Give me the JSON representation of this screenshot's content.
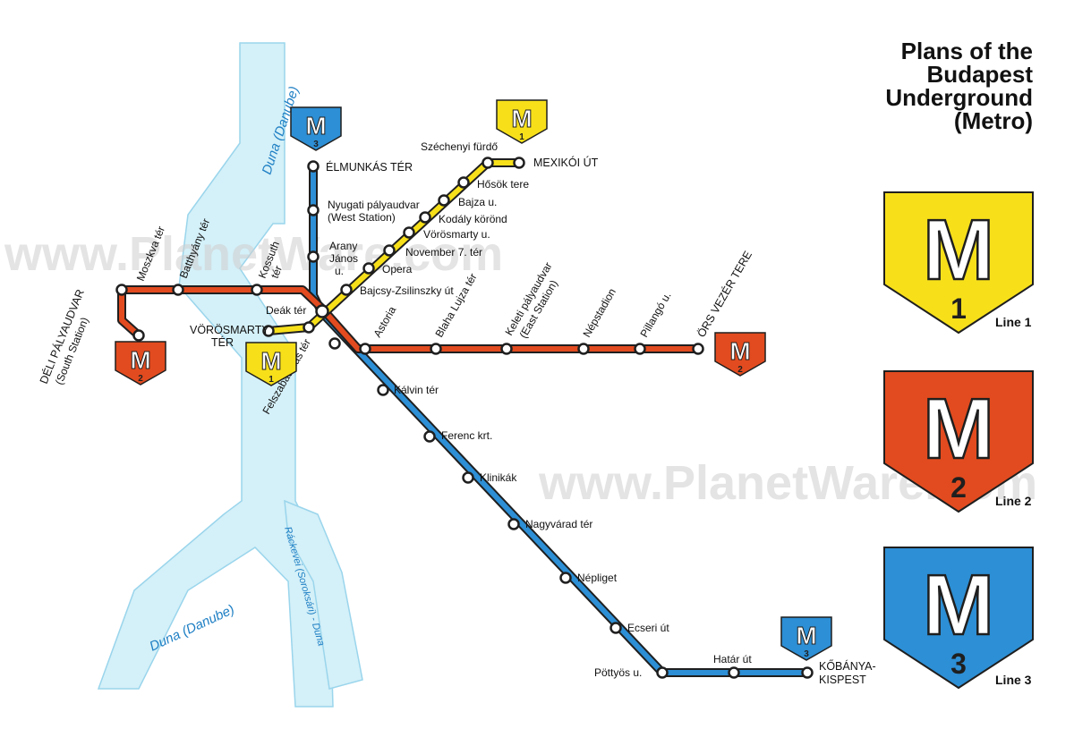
{
  "title": {
    "line1": "Plans of the",
    "line2": "Budapest",
    "line3": "Underground",
    "line4": "(Metro)"
  },
  "watermarks": [
    "www.PlanetWare.com",
    "www.PlanetWare.com"
  ],
  "rivers": {
    "duna_north": "Duna (Danube)",
    "duna_south": "Duna (Danube)",
    "rackevei": "Ráckevei (Soroksári) - Duna"
  },
  "colors": {
    "line1": "#f7e01a",
    "line2": "#e24b1f",
    "line3": "#2d8fd5",
    "river": "#cfeef7",
    "river_edge": "#8fd0ea"
  },
  "badges": {
    "m_letter": "M",
    "line1_number": "1",
    "line2_number": "2",
    "line3_number": "3"
  },
  "legend": [
    {
      "number": "1",
      "caption": "Line 1",
      "color": "#f7e01a"
    },
    {
      "number": "2",
      "caption": "Line 2",
      "color": "#e24b1f"
    },
    {
      "number": "3",
      "caption": "Line 3",
      "color": "#2d8fd5"
    }
  ],
  "stations": {
    "line1": {
      "vorosmarty_ter": "VÖRÖSMARTY",
      "vorosmarty_ter_2": "TÉR",
      "deak_ter": "Deák tér",
      "bajcsy": "Bajcsy-Zsilinszky út",
      "opera": "Opera",
      "november": "November 7. tér",
      "vorosmarty_u": "Vörösmarty u.",
      "kodaly": "Kodály körönd",
      "bajza": "Bajza u.",
      "hosok": "Hősök tere",
      "szechenyi": "Széchenyi fürdő",
      "mexikoi": "MEXIKÓI ÚT"
    },
    "line2": {
      "deli": "DÉLI PÁLYAUDVAR",
      "deli_sub": "(South Station)",
      "moszkva": "Moszkva tér",
      "batthyany": "Batthyány tér",
      "kossuth": "Kossuth",
      "kossuth_2": "tér",
      "astoria": "Astoria",
      "blaha": "Blaha Lujza tér",
      "keleti": "Keleti pályaudvar",
      "keleti_sub": "(East Station)",
      "nepstadion": "Népstadion",
      "pillango": "Pillangó u.",
      "ors": "ÖRS VEZÉR TERE"
    },
    "line3": {
      "elmunkas": "ÉLMUNKÁS TÉR",
      "nyugati": "Nyugati pályaudvar",
      "nyugati_sub": "(West Station)",
      "arany1": "Arany",
      "arany2": "János",
      "arany3": "u.",
      "felszabadulas": "Felszabadulás tér",
      "kalvin": "Kálvin tér",
      "ferenc": "Ferenc krt.",
      "klinikak": "Klinikák",
      "nagyvarad": "Nagyvárad tér",
      "nepliget": "Népliget",
      "ecseri": "Ecseri út",
      "pottyos": "Pöttyös u.",
      "hatar": "Határ út",
      "kobanya": "KŐBÁNYA-",
      "kobanya_2": "KISPEST"
    }
  }
}
